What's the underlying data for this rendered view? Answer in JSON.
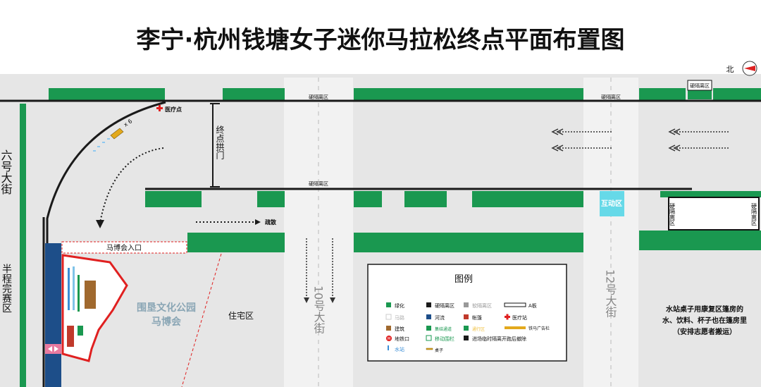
{
  "title": "李宁·杭州钱塘女子迷你马拉松终点平面布置图",
  "north_label": "北",
  "streets": {
    "liuhao": "六号大街",
    "banchengwansai": "半程完赛区",
    "shihao": "10号大街",
    "shierhao": "12号大街"
  },
  "labels": {
    "medical_point": "医疗点",
    "tables_count": "x 6",
    "finish_arch": "终点拱门",
    "hard_isolation": "硬隔离区",
    "interaction_zone": "互动区",
    "evacuate": "疏散",
    "expo_entrance": "马博会入口",
    "park_expo_line1": "围垦文化公园",
    "park_expo_line2": "马博会",
    "residential": "住宅区"
  },
  "note": {
    "line1": "水站桌子用康复区篷房的",
    "line2": "水、饮料、杯子也在篷房里",
    "line3": "（安排志愿者搬运）"
  },
  "legend": {
    "title": "图例",
    "items": {
      "greenery": "绿化",
      "hard_isolation": "硬隔离区",
      "soft_isolation": "软隔离区",
      "a_board": "A板",
      "road": "马路",
      "river": "河流",
      "tent": "帐篷",
      "medical_station": "医疗站",
      "building": "建筑",
      "station_access": "集结通道",
      "zone": "通行区",
      "iron_horse_ad": "铁马广告栏",
      "metro": "地铁口",
      "mobile_corridor": "移动围栏",
      "temp_isolation": "进场临时隔离开跑后撤除",
      "water_station": "水站",
      "table": "桌子"
    },
    "metro_glyph": "M"
  },
  "colors": {
    "green": "#1a9850",
    "road": "#1a1a1a",
    "river": "#1d4e89",
    "interaction": "#66d9e8",
    "park_outline": "#e02020",
    "medical": "#e02020",
    "building": "#a0692e",
    "table": "#e3a91c",
    "tent": "#c0392b"
  }
}
